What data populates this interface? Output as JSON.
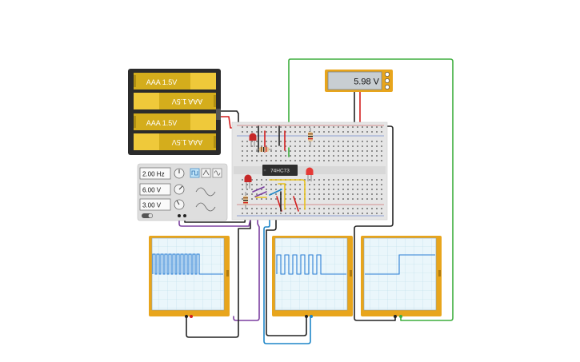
{
  "battery": {
    "cells": [
      "AAA 1.5V",
      "AAA 1.5V",
      "AAA 1.5V",
      "AAA 1.5V"
    ]
  },
  "multimeter": {
    "reading": "5.98 V"
  },
  "chip": {
    "label": "74HC73"
  },
  "function_generator": {
    "frequency": "2.00 Hz",
    "amplitude": "6.00 V",
    "offset": "3.00 V"
  },
  "colors": {
    "battery_yellow": "#d4ad1c",
    "battery_case": "#2b2b2b",
    "scope_frame": "#e8a51c",
    "scope_trace": "#2c7fd6",
    "wire_green": "#3dae3d",
    "wire_black": "#222222",
    "wire_red": "#d21f1f",
    "wire_purple": "#7b3fa0",
    "wire_blue": "#1e86c8",
    "wire_yellow": "#e8c21c"
  }
}
